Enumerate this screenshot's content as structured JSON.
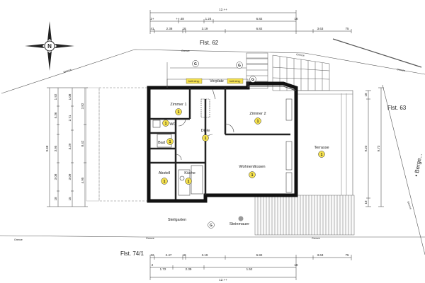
{
  "north_label": "N",
  "parcels": {
    "north": "Flst. 62",
    "east": "Flst. 63",
    "south": "Flst. 74/1",
    "east_road": "• Berge..."
  },
  "boundary_label": "Grenze",
  "rooms": {
    "zimmer1": "Zimmer 1",
    "zimmer2": "Zimmer 2",
    "wc": "WC",
    "bad": "Bad",
    "diele": "Diele",
    "abstell": "Abstell",
    "kueche": "Küche",
    "wohnen": "Wohnen/Essen",
    "terrasse": "Terrasse",
    "vorplatz": "Vorplatz",
    "stellgarten": "Steilgarten",
    "steinmauer": "Steinmauer"
  },
  "badge_number": "1",
  "g_badge": "G",
  "tag_text": "belf.eing.",
  "dims": {
    "top_total": "12.++",
    "top_row1": [
      "2+",
      "++.48",
      "1.24",
      "6.82",
      "18"
    ],
    "top_row2": [
      "41",
      "2.38",
      "18",
      "3.19",
      "6.82",
      "3.63",
      "75"
    ],
    "bottom_row1": [
      "32",
      "2.47",
      "18",
      "3.19",
      "6.82",
      "3.63",
      "75"
    ],
    "bottom_row2": [
      "2",
      "1.72",
      "2.39",
      "1.52",
      "18"
    ],
    "bottom_total": "12.++",
    "left_outer": [
      "9.68"
    ],
    "left_row1": [
      "1.92",
      "5.36",
      "3.95",
      "3.08",
      "18"
    ],
    "left_row2": [
      "1.08",
      "2.71",
      "3.29",
      "3.09",
      "15"
    ],
    "left_row3": [
      "3.82",
      "8.42",
      "4.95"
    ],
    "right_row1": [
      "18",
      "9.23",
      "18"
    ],
    "right_row2": [
      "9.73"
    ]
  }
}
